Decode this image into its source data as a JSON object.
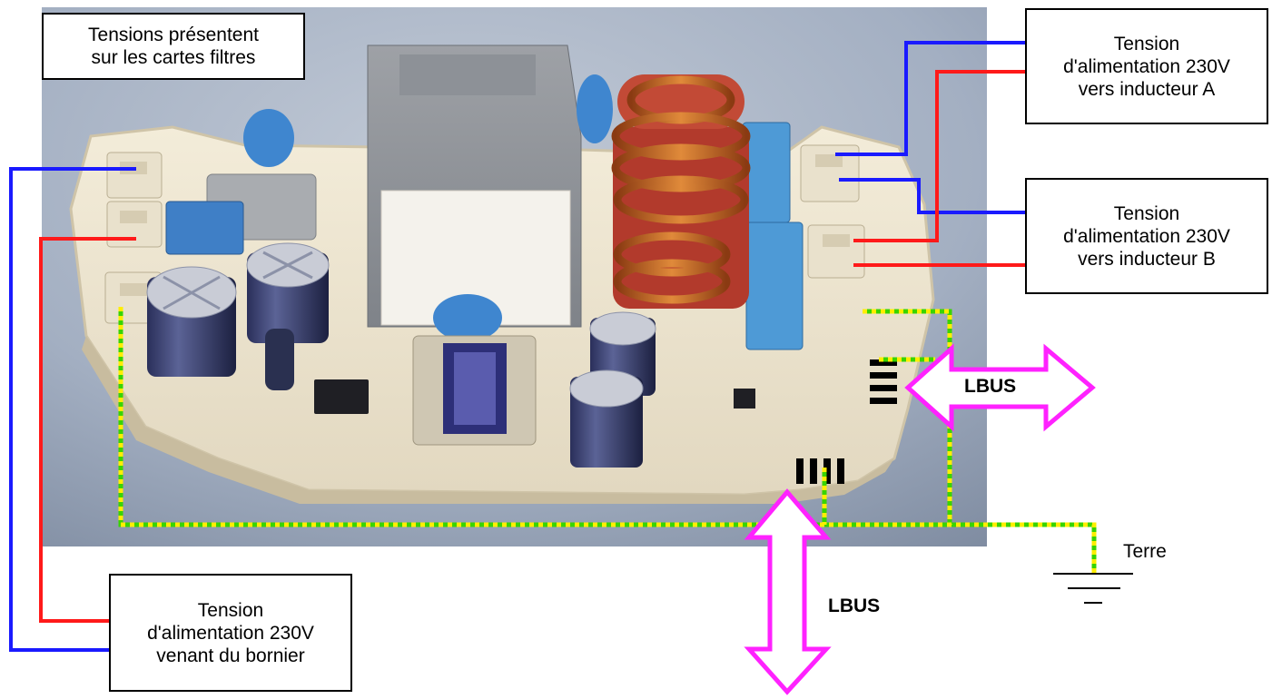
{
  "title": {
    "line1": "Tensions présentent",
    "line2": "sur les cartes filtres"
  },
  "label_inducteur_a": {
    "line1": "Tension",
    "line2": "d'alimentation 230V",
    "line3": "vers inducteur A"
  },
  "label_inducteur_b": {
    "line1": "Tension",
    "line2": "d'alimentation 230V",
    "line3": "vers inducteur B"
  },
  "label_bornier": {
    "line1": "Tension",
    "line2": "d'alimentation 230V",
    "line3": "venant du bornier"
  },
  "lbus_right": "LBUS",
  "lbus_bottom": "LBUS",
  "terre": "Terre",
  "colors": {
    "phase_blue": "#1a1aff",
    "phase_red": "#ff1a1a",
    "earth_green": "#39d400",
    "earth_yellow": "#ffee00",
    "lbus_arrow": "#ff22ff",
    "pcb_board": "#ece4cf",
    "photo_background": "#9aa8bc"
  },
  "icons": [
    "ground-symbol-icon",
    "bidirectional-arrow-icon"
  ]
}
